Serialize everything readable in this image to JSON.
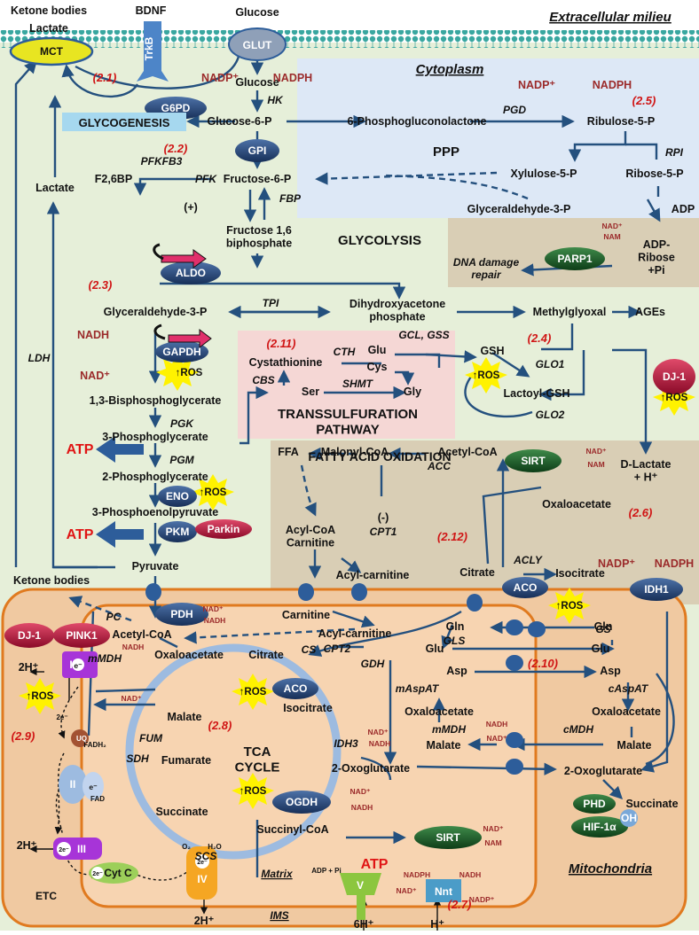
{
  "regions": {
    "extracellular": "Extracellular milieu",
    "cytoplasm": "Cytoplasm",
    "ppp": "PPP",
    "glycolysis": "GLYCOLYSIS",
    "transsulfuration": "TRANSSULFURATION\nPATHWAY",
    "fao": "FATTY ACID OXIDATION",
    "tca": "TCA\nCYCLE",
    "mitochondria": "Mitochondria",
    "matrix": "Matrix",
    "ims": "IMS",
    "etc": "ETC",
    "glycogenesis": "GLYCOGENESIS",
    "dna_damage": "DNA damage\nrepair"
  },
  "sections": [
    "(2.1)",
    "(2.2)",
    "(2.3)",
    "(2.4)",
    "(2.5)",
    "(2.6)",
    "(2.7)",
    "(2.8)",
    "(2.9)",
    "(2.10)",
    "(2.11)",
    "(2.12)"
  ],
  "metabolites": [
    "Ketone bodies",
    "Lactate",
    "BDNF",
    "Glucose",
    "Glucose",
    "Glucose-6-P",
    "6-Phosphogluconolactone",
    "Ribulose-5-P",
    "Xylulose-5-P",
    "Ribose-5-P",
    "Glyceraldehyde-3-P",
    "ADP",
    "Fructose-6-P",
    "F2,6BP",
    "(+)",
    "Fructose 1,6\nbiphosphate",
    "Lactate",
    "ADP-\nRibose\n+Pi",
    "Glyceraldehyde-3-P",
    "Dihydroxyacetone\nphosphate",
    "Methylglyoxal",
    "AGEs",
    "Cystathionine",
    "Glu",
    "Cys",
    "GSH",
    "Ser",
    "Gly",
    "Lactoyl-GSH",
    "1,3-Bisphosphoglycerate",
    "3-Phosphoglycerate",
    "D-Lactate\n+ H⁺",
    "2-Phosphoglycerate",
    "FFA",
    "Malonyl-CoA",
    "Acetyl-CoA",
    "3-Phosphoenolpyruvate",
    "Oxaloacetate",
    "Acyl-CoA\nCarnitine",
    "(-)",
    "Pyruvate",
    "Citrate",
    "Isocitrate",
    "Ketone bodies",
    "Acyl-carnitine",
    "Carnitine",
    "Acyl-carnitine",
    "Acetyl-CoA",
    "Gln",
    "Gln",
    "Oxaloacetate",
    "Citrate",
    "Glu",
    "Glu",
    "2H⁺",
    "Asp",
    "Asp",
    "Isocitrate",
    "Oxaloacetate",
    "Oxaloacetate",
    "Malate",
    "Malate",
    "Malate",
    "Fumarate",
    "2-Oxoglutarate",
    "2-Oxoglutarate",
    "Succinate",
    "Succinate",
    "Succinyl-CoA",
    "2H⁺",
    "2H⁺",
    "6H⁺",
    "H⁺",
    "ADP + Pi",
    "FADH₂",
    "FAD",
    "O₂",
    "H₂O"
  ],
  "enzymes_italic": [
    "HK",
    "PGD",
    "RPI",
    "PFKFB3",
    "PFK",
    "FBP",
    "TPI",
    "LDH",
    "GCL, GSS",
    "CTH",
    "CBS",
    "SHMT",
    "GLO1",
    "GLO2",
    "PGK",
    "PGM",
    "ACC",
    "CPT1",
    "ACLY",
    "PC",
    "CS",
    "CPT2",
    "GLS",
    "GDH",
    "GS",
    "mAspAT",
    "cAspAT",
    "mMDH",
    "mMDH",
    "cMDH",
    "IDH3",
    "FUM",
    "SDH",
    "SCS"
  ],
  "ovals": {
    "mct": "MCT",
    "trkb": "TrkB",
    "glut": "GLUT",
    "g6pd": "G6PD",
    "gpi": "GPI",
    "aldo": "ALDO",
    "gapdh": "GAPDH",
    "eno": "ENO",
    "pkm": "PKM",
    "parkin": "Parkin",
    "parp1": "PARP1",
    "sirt_top": "SIRT",
    "dj1_right": "DJ-1",
    "aco_cyto": "ACO",
    "idh1": "IDH1",
    "pdh": "PDH",
    "dj1_left": "DJ-1",
    "pink1": "PINK1",
    "aco_tca": "ACO",
    "ogdh": "OGDH",
    "sirt_bottom": "SIRT",
    "phd": "PHD",
    "hif": "HIF-1α",
    "oh": "OH",
    "nnt": "Nnt"
  },
  "etc": {
    "c1": "I",
    "c2": "II",
    "c3": "III",
    "c4": "IV",
    "cytc": "Cyt C",
    "uq": "UQ",
    "v": "V",
    "e": "e⁻",
    "e2": "2e⁻"
  },
  "ros": "↑ROS",
  "atp": "ATP",
  "cofactors": {
    "nadp": "NADP⁺",
    "nadph": "NADPH",
    "nad": "NAD⁺",
    "nadh": "NADH",
    "nam": "NAM"
  },
  "colors": {
    "membrane": "#6fb9b0",
    "membrane_head": "#39a7a0",
    "cyto_bg": "#e6efd9",
    "ppp_bg": "#dde8f6",
    "mito_outer": "#f0c9a1",
    "mito_inner": "#f7d4b1",
    "mito_border": "#e07a1f",
    "tca_ring": "#9dbbe0",
    "enzyme_navy": "#1f3d6e",
    "alert_red": "#c0143c",
    "ros_yellow": "#fff200",
    "arrow": "#24507e",
    "section": "#d01515"
  }
}
